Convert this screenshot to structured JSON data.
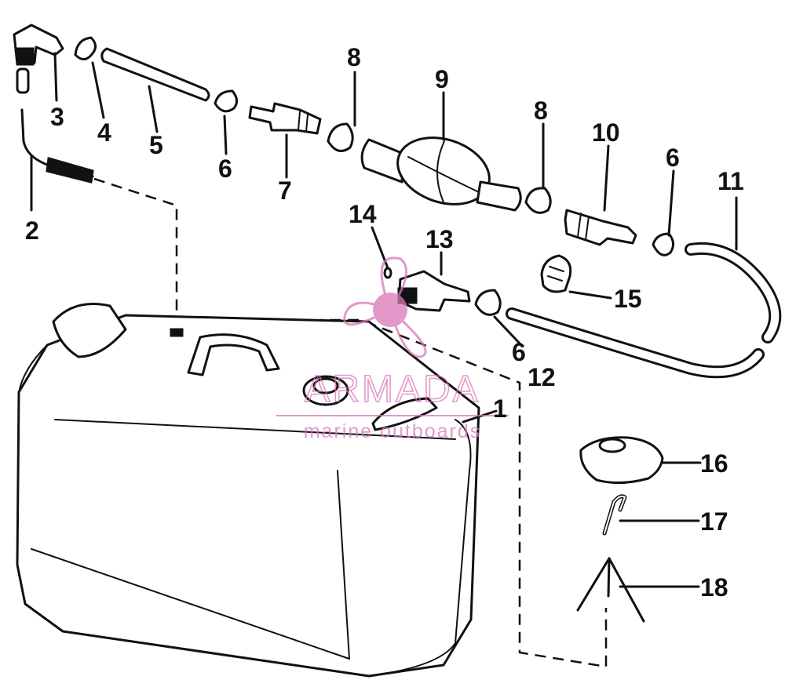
{
  "callouts": [
    {
      "id": "1",
      "text": "1"
    },
    {
      "id": "2",
      "text": "2"
    },
    {
      "id": "3",
      "text": "3"
    },
    {
      "id": "4",
      "text": "4"
    },
    {
      "id": "5",
      "text": "5"
    },
    {
      "id": "6a",
      "text": "6"
    },
    {
      "id": "7",
      "text": "7"
    },
    {
      "id": "8a",
      "text": "8"
    },
    {
      "id": "9",
      "text": "9"
    },
    {
      "id": "8b",
      "text": "8"
    },
    {
      "id": "10",
      "text": "10"
    },
    {
      "id": "6b",
      "text": "6"
    },
    {
      "id": "11",
      "text": "11"
    },
    {
      "id": "14",
      "text": "14"
    },
    {
      "id": "13",
      "text": "13"
    },
    {
      "id": "15",
      "text": "15"
    },
    {
      "id": "6c",
      "text": "6"
    },
    {
      "id": "12",
      "text": "12"
    },
    {
      "id": "16",
      "text": "16"
    },
    {
      "id": "17",
      "text": "17"
    },
    {
      "id": "18",
      "text": "18"
    }
  ],
  "watermark": {
    "brand": "ARMADA",
    "tagline": "marine outboards",
    "color": "#d977b8"
  },
  "colors": {
    "ink": "#111111",
    "background": "#ffffff"
  }
}
